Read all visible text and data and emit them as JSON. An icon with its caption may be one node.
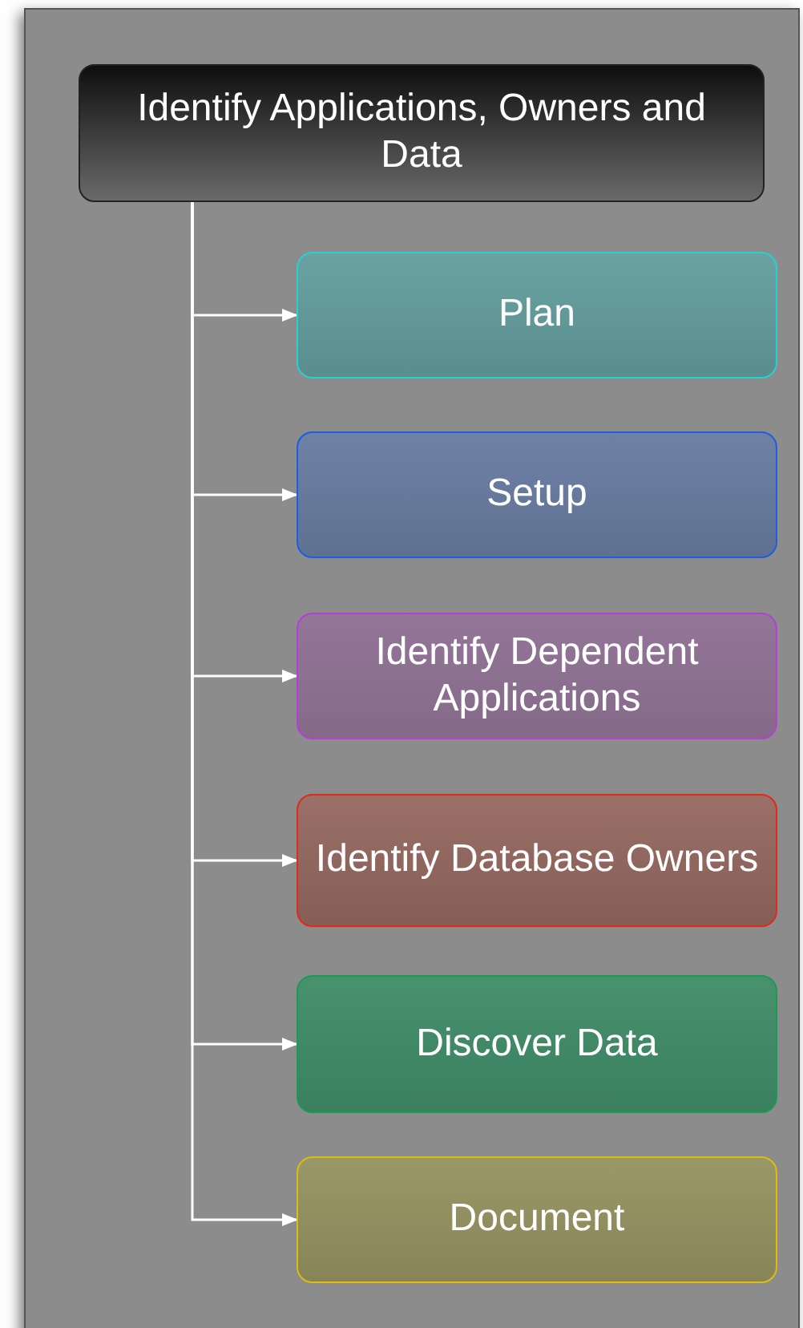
{
  "diagram": {
    "nodes": [
      {
        "text": [
          "Identify Applications, Owners and Data"
        ]
      },
      {
        "text": [
          "Plan"
        ]
      },
      {
        "text": [
          "Setup"
        ]
      },
      {
        "text": [
          "Identify Dependent Applications"
        ]
      },
      {
        "text": [
          "Identify Database Owners"
        ]
      },
      {
        "text": [
          "Discover Data"
        ]
      },
      {
        "text": [
          "Document"
        ]
      }
    ],
    "edges": [
      {
        "from": 0,
        "to": 1,
        "arrow": "to"
      },
      {
        "from": 0,
        "to": 2,
        "arrow": "to"
      },
      {
        "from": 0,
        "to": 3,
        "arrow": "to"
      },
      {
        "from": 0,
        "to": 4,
        "arrow": "to"
      },
      {
        "from": 0,
        "to": 5,
        "arrow": "to"
      },
      {
        "from": 0,
        "to": 6,
        "arrow": "to"
      }
    ]
  }
}
